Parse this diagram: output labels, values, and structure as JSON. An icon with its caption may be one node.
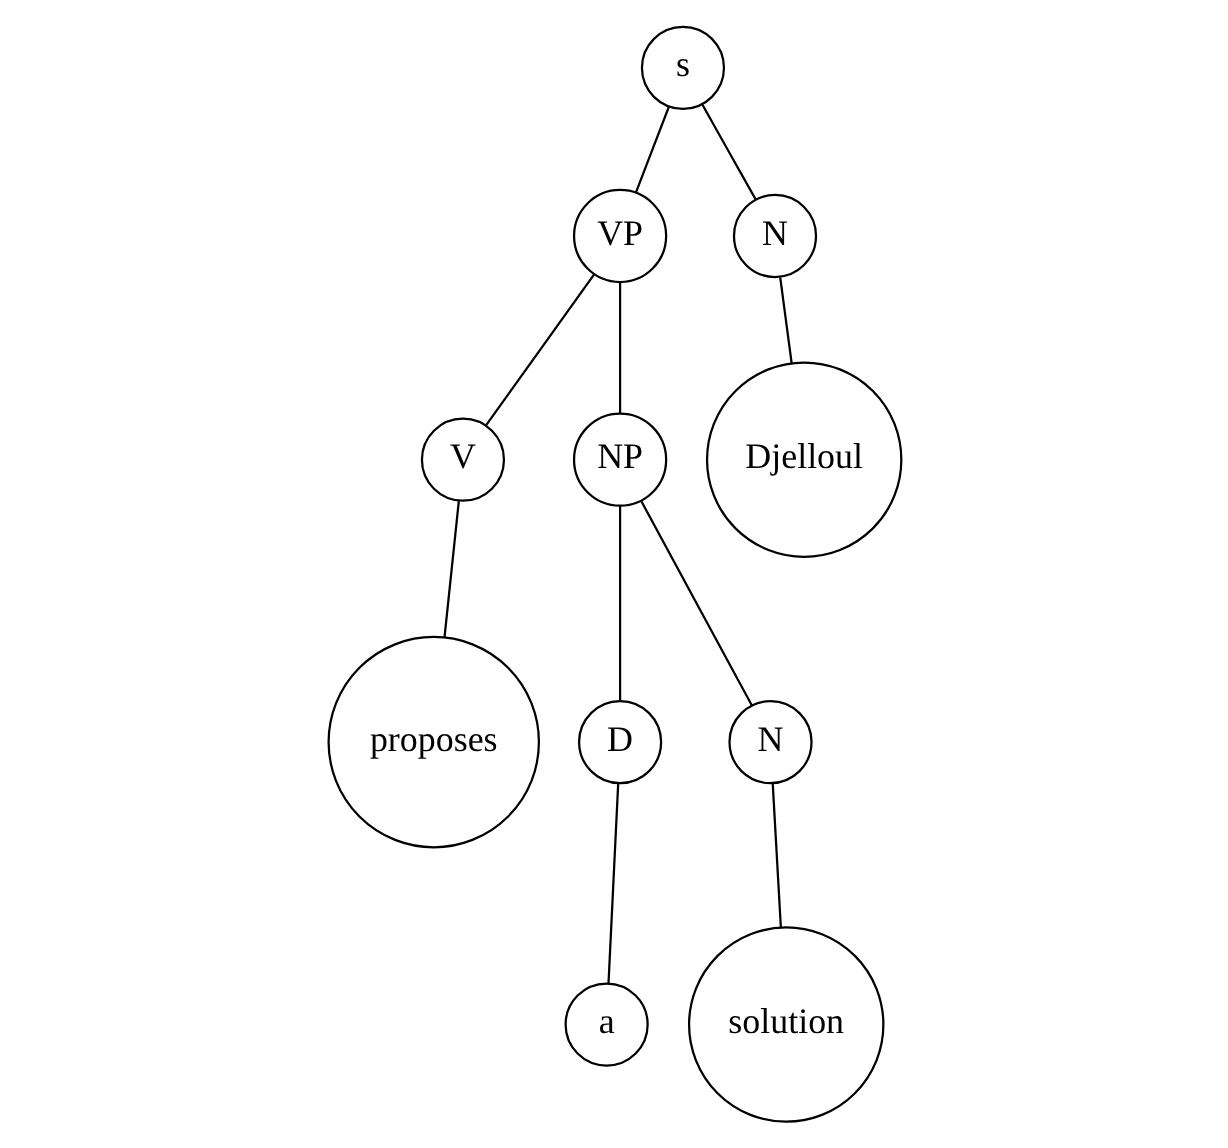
{
  "diagram": {
    "nodes": [
      {
        "text": [
          "s"
        ]
      },
      {
        "text": [
          "VP"
        ]
      },
      {
        "text": [
          "N"
        ]
      },
      {
        "text": [
          "V"
        ]
      },
      {
        "text": [
          "NP"
        ]
      },
      {
        "text": [
          "Djelloul"
        ]
      },
      {
        "text": [
          "proposes"
        ]
      },
      {
        "text": [
          "D"
        ]
      },
      {
        "text": [
          "N"
        ]
      },
      {
        "text": [
          "a"
        ]
      },
      {
        "text": [
          "solution"
        ]
      }
    ],
    "edges": [
      {
        "from": 0,
        "to": 2,
        "arrow": "none"
      },
      {
        "from": 0,
        "to": 1,
        "arrow": "none"
      },
      {
        "from": 1,
        "to": 3,
        "arrow": "none"
      },
      {
        "from": 1,
        "to": 4,
        "arrow": "none"
      },
      {
        "from": 2,
        "to": 5,
        "arrow": "none"
      },
      {
        "from": 3,
        "to": 6,
        "arrow": "none"
      },
      {
        "from": 4,
        "to": 7,
        "arrow": "none"
      },
      {
        "from": 4,
        "to": 8,
        "arrow": "none"
      },
      {
        "from": 7,
        "to": 9,
        "arrow": "none"
      },
      {
        "from": 8,
        "to": 10,
        "arrow": "none"
      }
    ]
  }
}
